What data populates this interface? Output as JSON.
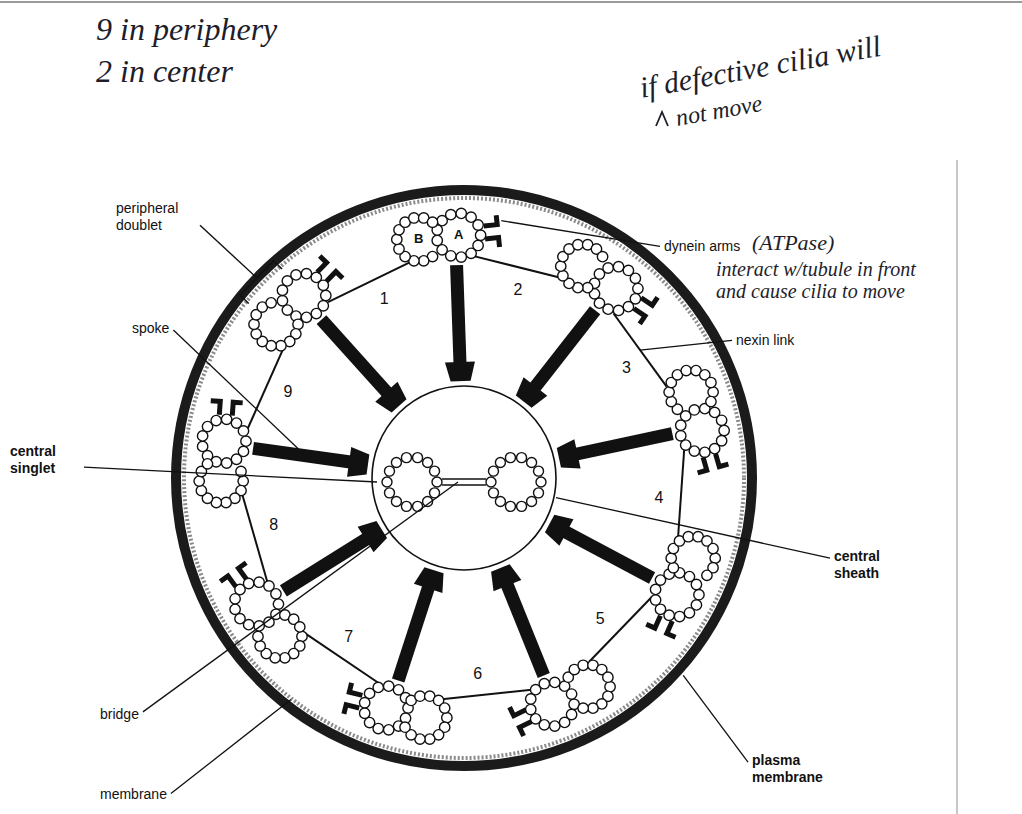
{
  "diagram": {
    "labels": [
      "9 in periphery",
      "2 in center",
      "if defective cilia will",
      "not move",
      "(ATPase)",
      "interact w/tubule in front and cause cilia to move",
      "peripheral doublet",
      "dynein arms",
      "spoke",
      "nexin link",
      "central singlet",
      "central sheath",
      "bridge",
      "plasma membrane",
      "membrane",
      "1",
      "2",
      "3",
      "4",
      "5",
      "6",
      "7",
      "8",
      "9",
      "B",
      "A"
    ]
  }
}
